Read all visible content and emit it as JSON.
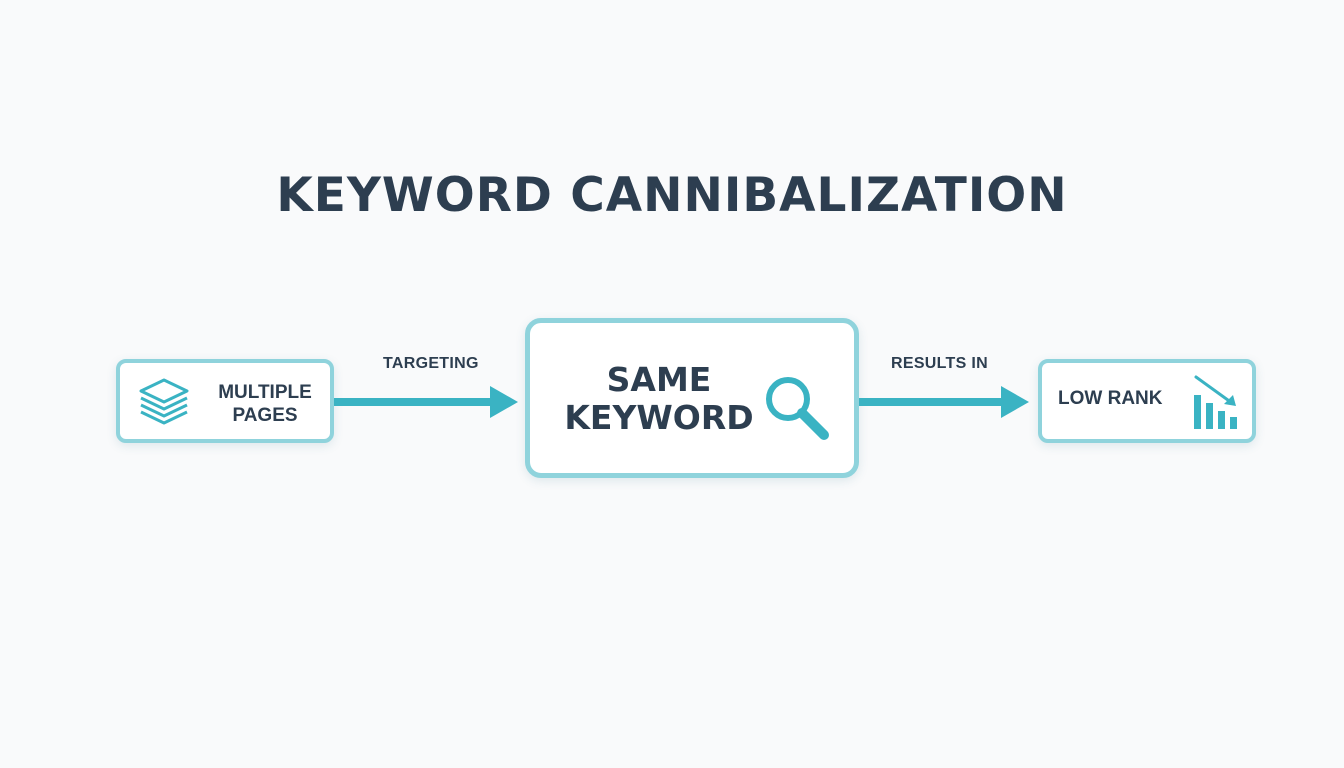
{
  "diagram": {
    "title": "KEYWORD CANNIBALIZATION",
    "nodes": {
      "left": {
        "line1": "MULTIPLE",
        "line2": "PAGES",
        "icon": "stacked-layers-icon"
      },
      "center": {
        "line1": "SAME",
        "line2": "KEYWORD",
        "icon": "magnifying-glass-icon"
      },
      "right": {
        "label": "LOW RANK",
        "icon": "declining-bar-chart-icon"
      }
    },
    "edges": [
      {
        "from": "left",
        "to": "center",
        "label": "TARGETING"
      },
      {
        "from": "center",
        "to": "right",
        "label": "RESULTS IN"
      }
    ],
    "colors": {
      "title": "#2d3e50",
      "text": "#2d3e50",
      "accent": "#3ab3c3",
      "box_border": "#8fd3dc",
      "background": "#f9fafb"
    }
  }
}
